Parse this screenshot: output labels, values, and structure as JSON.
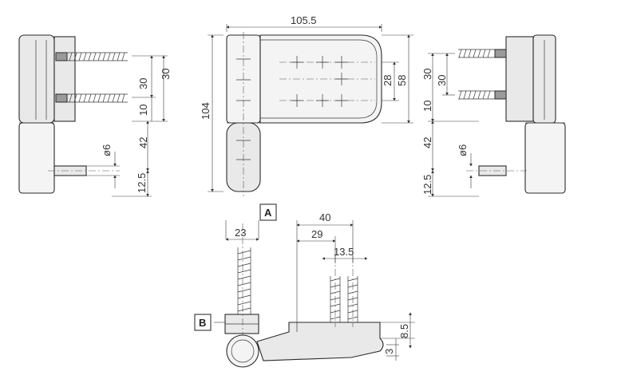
{
  "dimensions": {
    "top_width": "105.5",
    "height": "104",
    "pitch_28": "28",
    "width_58": "58",
    "screw_30a": "30",
    "screw_30b": "30",
    "spacing_10": "10",
    "spacing_42": "42",
    "pin_dia": "ø6",
    "pin_offset": "12.5",
    "plan_40": "40",
    "plan_29": "29",
    "plan_13_5": "13.5",
    "plan_23": "23",
    "plan_8_5": "8.5",
    "plan_3": "3"
  },
  "labels": {
    "section_a": "A",
    "section_b": "B"
  }
}
